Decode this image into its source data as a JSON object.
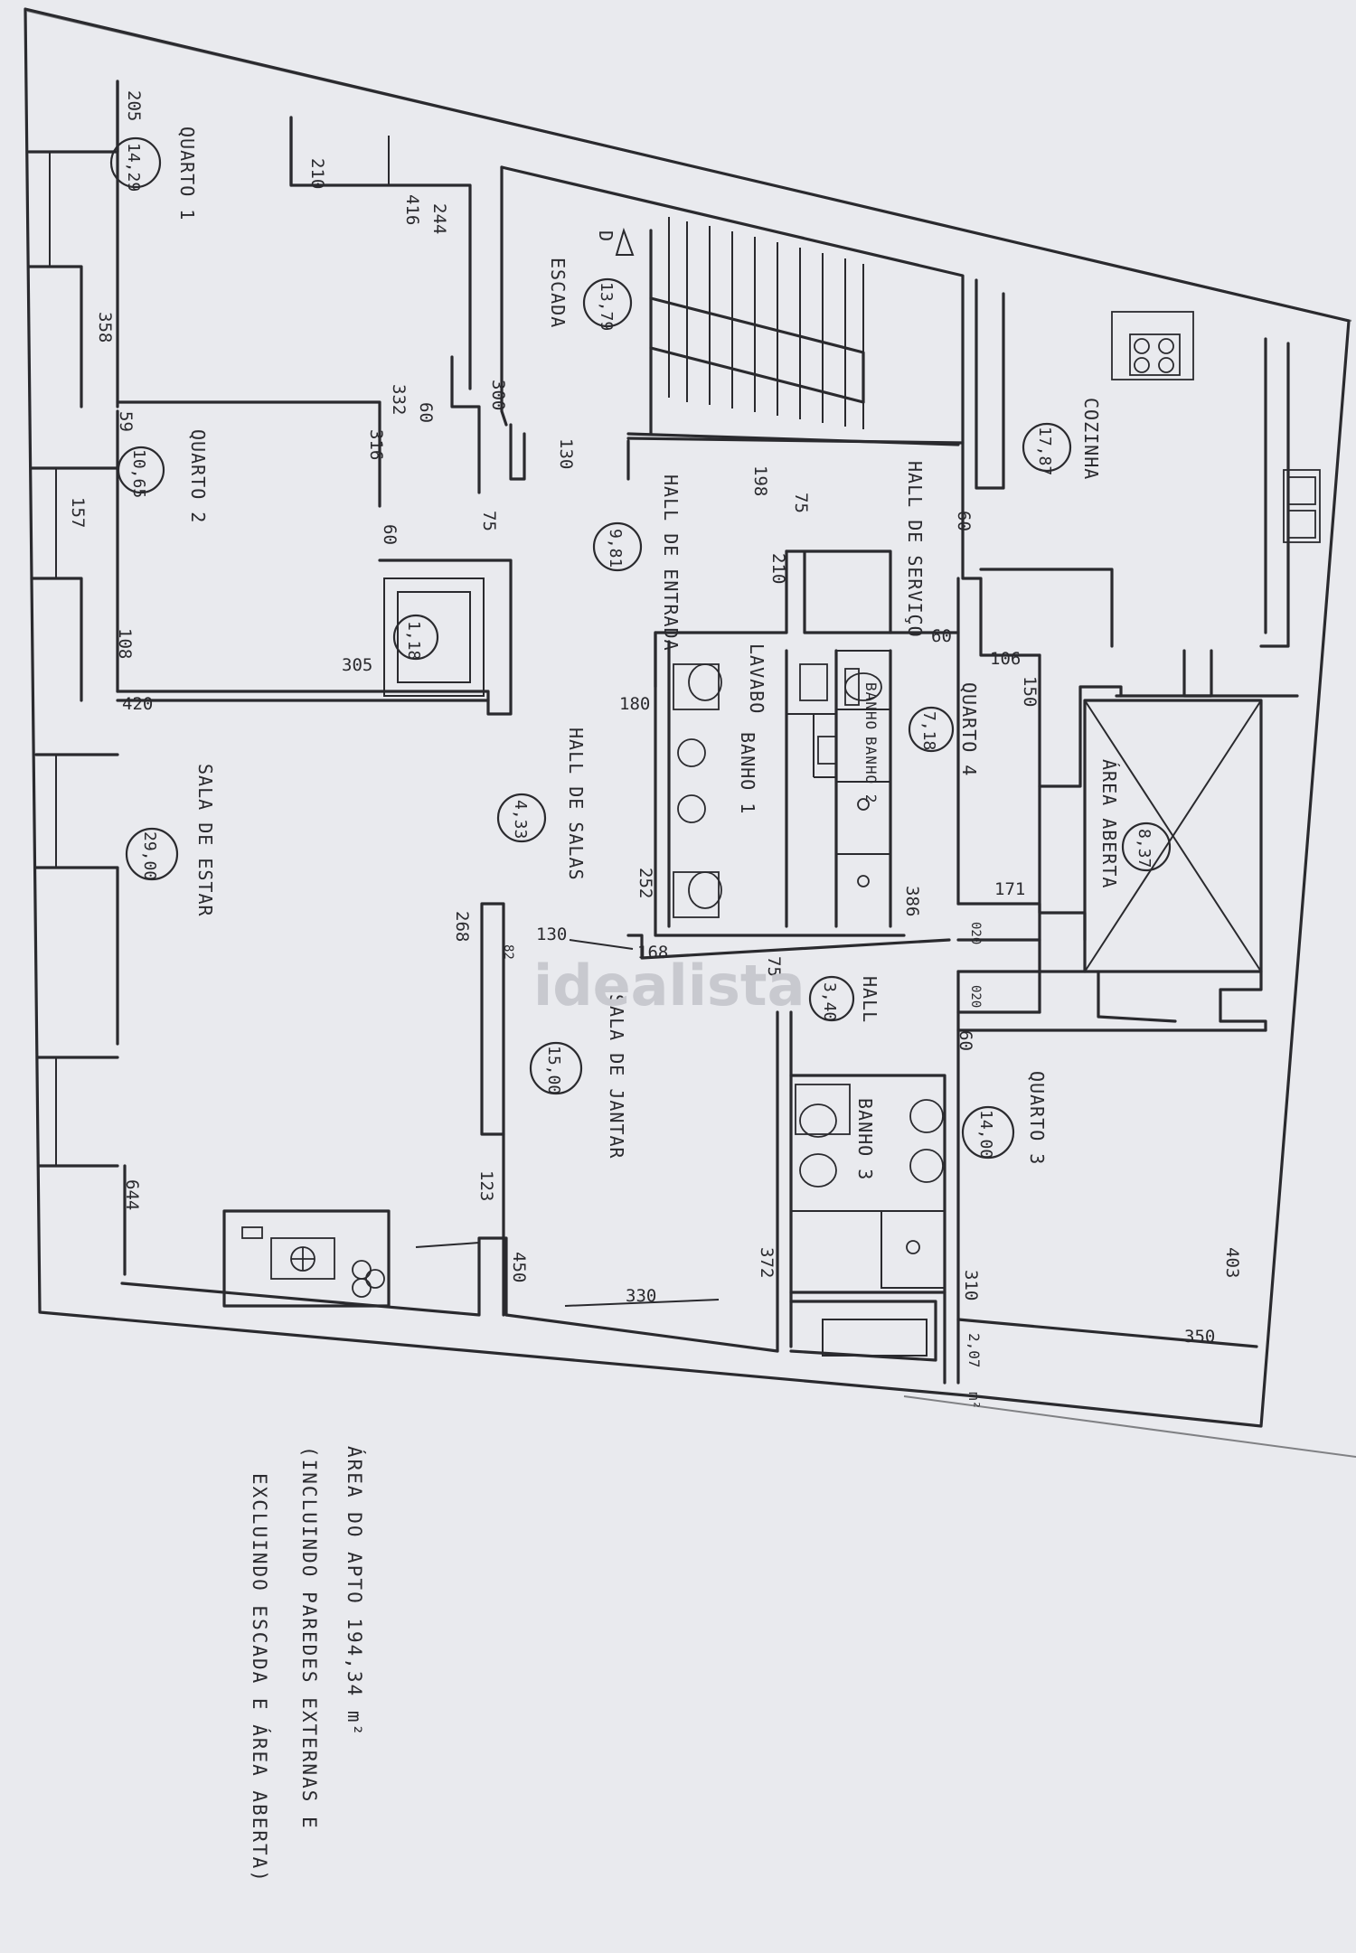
{
  "plan": {
    "rooms": [
      {
        "id": "quarto-1",
        "label": "QUARTO 1",
        "area": "14,29"
      },
      {
        "id": "escada",
        "label": "ESCADA",
        "area": "13,79"
      },
      {
        "id": "cozinha",
        "label": "COZINHA",
        "area": "17,87"
      },
      {
        "id": "quarto-2",
        "label": "QUARTO 2",
        "area": "10,65"
      },
      {
        "id": "hall-de-entrada",
        "label": "HALL DE ENTRADA",
        "area": "9,81"
      },
      {
        "id": "hall-de-servico",
        "label": "HALL DE SERVIÇO",
        "area": ""
      },
      {
        "id": "closet",
        "label": "",
        "area": "1,18"
      },
      {
        "id": "quarto-4",
        "label": "QUARTO 4",
        "area": "7,18"
      },
      {
        "id": "lavabo",
        "label": "LAVABO",
        "area": ""
      },
      {
        "id": "banho",
        "label": "BANHO",
        "area": ""
      },
      {
        "id": "banho-2",
        "label": "BANHO 2",
        "area": ""
      },
      {
        "id": "banho-1",
        "label": "BANHO 1",
        "area": ""
      },
      {
        "id": "hall-de-salas",
        "label": "HALL DE SALAS",
        "area": "4,33"
      },
      {
        "id": "area-aberta",
        "label": "ÁREA ABERTA",
        "area": "8,37"
      },
      {
        "id": "sala-de-estar",
        "label": "SALA DE ESTAR",
        "area": "29,00"
      },
      {
        "id": "hall",
        "label": "HALL",
        "area": "3,40"
      },
      {
        "id": "sala-de-jantar",
        "label": "SALA DE JANTAR",
        "area": "15,00"
      },
      {
        "id": "banho-3",
        "label": "BANHO 3",
        "area": ""
      },
      {
        "id": "quarto-3",
        "label": "QUARTO 3",
        "area": "14,00"
      }
    ],
    "dimensions": [
      "205",
      "210",
      "416",
      "244",
      "358",
      "332",
      "60",
      "316",
      "300",
      "130",
      "75",
      "198",
      "75",
      "60",
      "59",
      "157",
      "60",
      "210",
      "108",
      "305",
      "60",
      "106",
      "150",
      "420",
      "180",
      "252",
      "386",
      "171",
      "268",
      "130",
      "168",
      "75",
      "82",
      "020",
      "020",
      "60",
      "644",
      "123",
      "450",
      "330",
      "372",
      "310",
      "403",
      "350",
      "2,07"
    ],
    "stair_marker": "D",
    "unit_suffix": "m²",
    "watermark": "idealista",
    "footnote": {
      "line1": "ÁREA DO APTO 194,34 m²",
      "line2": "(INCLUINDO PAREDES EXTERNAS E",
      "line3": "EXCLUINDO ESCADA E ÁREA ABERTA)"
    }
  }
}
